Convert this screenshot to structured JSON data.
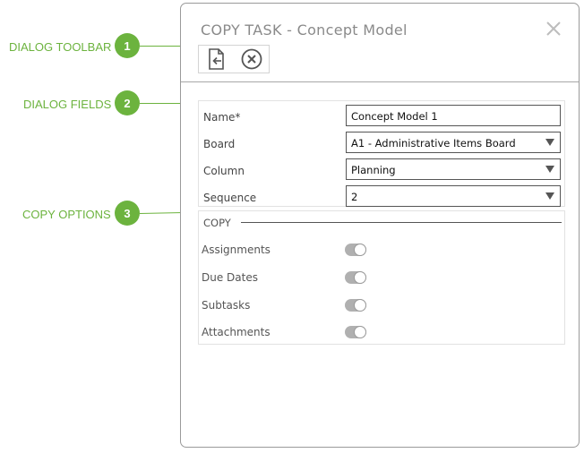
{
  "callouts": [
    {
      "label": "DIALOG TOOLBAR",
      "number": "1"
    },
    {
      "label": "DIALOG FIELDS",
      "number": "2"
    },
    {
      "label": "COPY OPTIONS",
      "number": "3"
    }
  ],
  "dialog": {
    "title": "COPY TASK - Concept Model",
    "close_icon": "close-x-icon",
    "toolbar": [
      {
        "name": "copy-document-icon"
      },
      {
        "name": "cancel-circle-icon"
      }
    ]
  },
  "fields": {
    "name": {
      "label": "Name*",
      "value": "Concept Model 1"
    },
    "board": {
      "label": "Board",
      "value": "A1 - Administrative Items Board"
    },
    "column": {
      "label": "Column",
      "value": "Planning"
    },
    "sequence": {
      "label": "Sequence",
      "value": "2"
    }
  },
  "copy_options": {
    "title": "COPY",
    "items": [
      {
        "label": "Assignments",
        "on": true
      },
      {
        "label": "Due Dates",
        "on": true
      },
      {
        "label": "Subtasks",
        "on": true
      },
      {
        "label": "Attachments",
        "on": true
      }
    ]
  },
  "colors": {
    "callout_green": "#6cb33e",
    "toggle_track": "#b0b0b0"
  }
}
